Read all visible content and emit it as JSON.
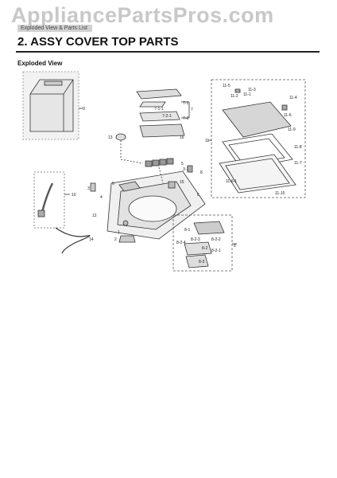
{
  "header": {
    "watermark": "AppliancePartsPros.com",
    "breadcrumb": "Exploded View & Parts List",
    "section_title": "2.  ASSY COVER TOP PARTS",
    "subheading": "Exploded View"
  },
  "callouts": {
    "c9": "9",
    "c7": "7",
    "c71": "7-1",
    "c72": "7-2",
    "c711": "7-1-1",
    "c721": "7-2-1",
    "c13": "13",
    "c16": "16",
    "c5": "5",
    "c31": "3-1",
    "c8a": "8",
    "c15": "15",
    "c6a": "6",
    "c6b": "6",
    "c10": "10",
    "c3": "3",
    "c4": "4",
    "c12": "12",
    "c14": "14",
    "c1": "1",
    "c2": "2",
    "c11": "11",
    "c111": "11-1",
    "c112": "11-2",
    "c113": "11-3",
    "c114": "11-4",
    "c115": "11-5",
    "c116": "11-6",
    "c117": "11-7",
    "c118": "11-8",
    "c119": "11-9",
    "c1110": "11-10",
    "c11ba": "11-6-1",
    "c8b": "8",
    "c81": "8-1",
    "c82": "8-2",
    "c83": "8-3",
    "c824": "8-2-4",
    "c823": "8-2-3",
    "c822": "8-2-2",
    "c821": "8-2-1"
  }
}
